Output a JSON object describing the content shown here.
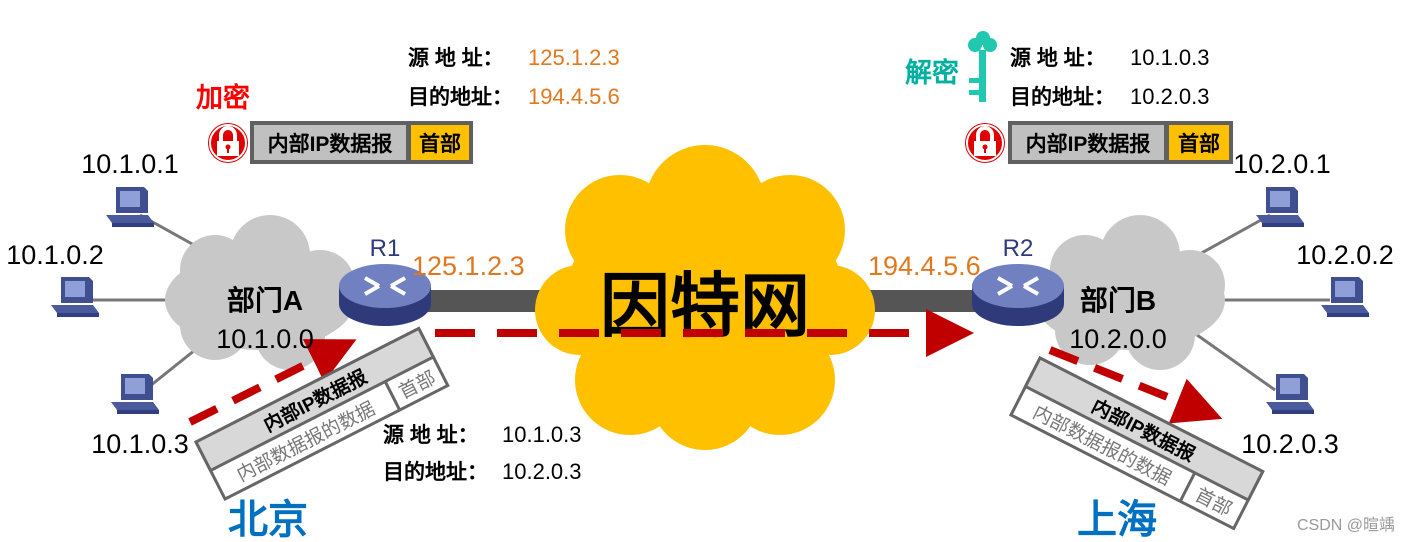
{
  "left": {
    "hosts": [
      "10.1.0.1",
      "10.1.0.2",
      "10.1.0.3"
    ],
    "network_name": "部门A",
    "network_addr": "10.1.0.0",
    "router": "R1",
    "router_public_ip": "125.1.2.3",
    "city": "北京",
    "encrypt_label": "加密",
    "encrypted_packet": {
      "body": "内部IP数据报",
      "header": "首部"
    },
    "outer_src_label": "源 地 址：",
    "outer_src": "125.1.2.3",
    "outer_dst_label": "目的地址：",
    "outer_dst": "194.4.5.6",
    "inner_packet": {
      "title": "内部IP数据报",
      "data": "内部数据报的数据",
      "header": "首部"
    },
    "inner_src_label": "源 地 址：",
    "inner_src": "10.1.0.3",
    "inner_dst_label": "目的地址：",
    "inner_dst": "10.2.0.3"
  },
  "internet": {
    "label": "因特网"
  },
  "right": {
    "hosts": [
      "10.2.0.1",
      "10.2.0.2",
      "10.2.0.3"
    ],
    "network_name": "部门B",
    "network_addr": "10.2.0.0",
    "router": "R2",
    "router_public_ip": "194.4.5.6",
    "city": "上海",
    "decrypt_label": "解密",
    "encrypted_packet": {
      "body": "内部IP数据报",
      "header": "首部"
    },
    "src_label": "源 地 址：",
    "src": "10.1.0.3",
    "dst_label": "目的地址：",
    "dst": "10.2.0.3",
    "inner_packet": {
      "title": "内部IP数据报",
      "data": "内部数据报的数据",
      "header": "首部"
    }
  },
  "router_caption": "ROUTER",
  "credit": "CSDN @暄竬",
  "colors": {
    "orange": "#E07820",
    "red": "#C00000",
    "cloud_gray": "#C8C8C8",
    "internet": "#FFC000",
    "city_blue": "#0070C0",
    "decrypt_teal": "#00B0A0",
    "lock_red": "#E00000"
  }
}
